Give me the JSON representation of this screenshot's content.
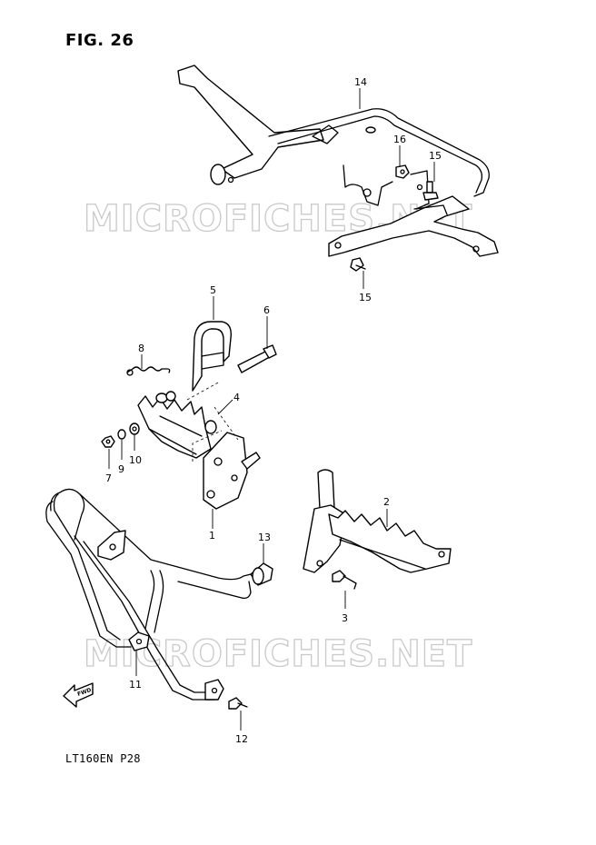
{
  "figure_title": "FIG. 26",
  "document_code": "LT160EN  P28",
  "watermarks": [
    "MICROFICHES.NET",
    "MICROFICHES.NET"
  ],
  "forward_badge": "FWD",
  "callouts": [
    "14",
    "16",
    "15",
    "15",
    "5",
    "6",
    "8",
    "4",
    "7",
    "9",
    "10",
    "1",
    "2",
    "13",
    "3",
    "11",
    "12"
  ],
  "colors": {
    "line": "#000000",
    "watermark": "#c9c9c9",
    "background": "#ffffff"
  }
}
